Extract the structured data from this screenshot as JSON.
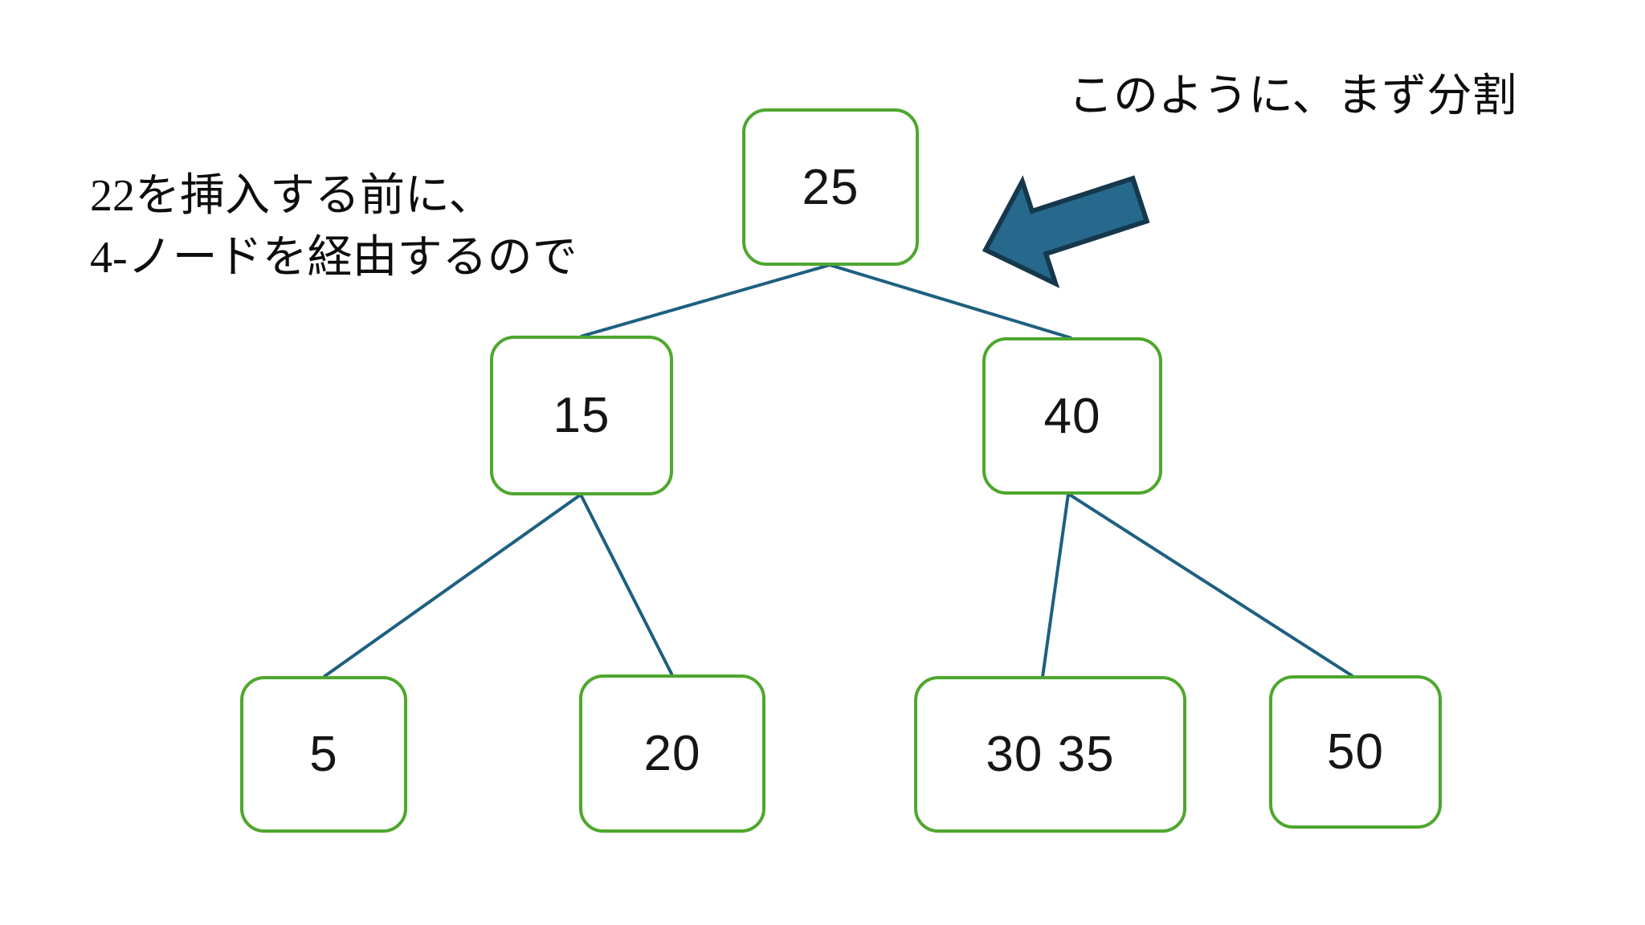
{
  "figure": {
    "kind": "2-3-4 tree (B-tree) node-split illustration",
    "background": "#ffffff"
  },
  "annotations": {
    "left_note": {
      "line1": "22を挿入する前に、",
      "line2": "4-ノードを経由するので"
    },
    "top_right_note": "このように、まず分割"
  },
  "nodes": {
    "root": {
      "label": "25"
    },
    "left": {
      "label": "15"
    },
    "right": {
      "label": "40"
    },
    "leaf1": {
      "label": "5"
    },
    "leaf2": {
      "label": "20"
    },
    "leaf3": {
      "label": "30 35"
    },
    "leaf4": {
      "label": "50"
    }
  },
  "tree": {
    "root": "25",
    "children_of_25": [
      "15",
      "40"
    ],
    "children_of_15": [
      "5",
      "20"
    ],
    "children_of_40": [
      "30 35",
      "50"
    ]
  },
  "colors": {
    "node_border": "#4EA72E",
    "edge": "#1E6080",
    "arrow_fill": "#26698C",
    "arrow_outline": "#16384D",
    "text": "#0d0d0d"
  }
}
